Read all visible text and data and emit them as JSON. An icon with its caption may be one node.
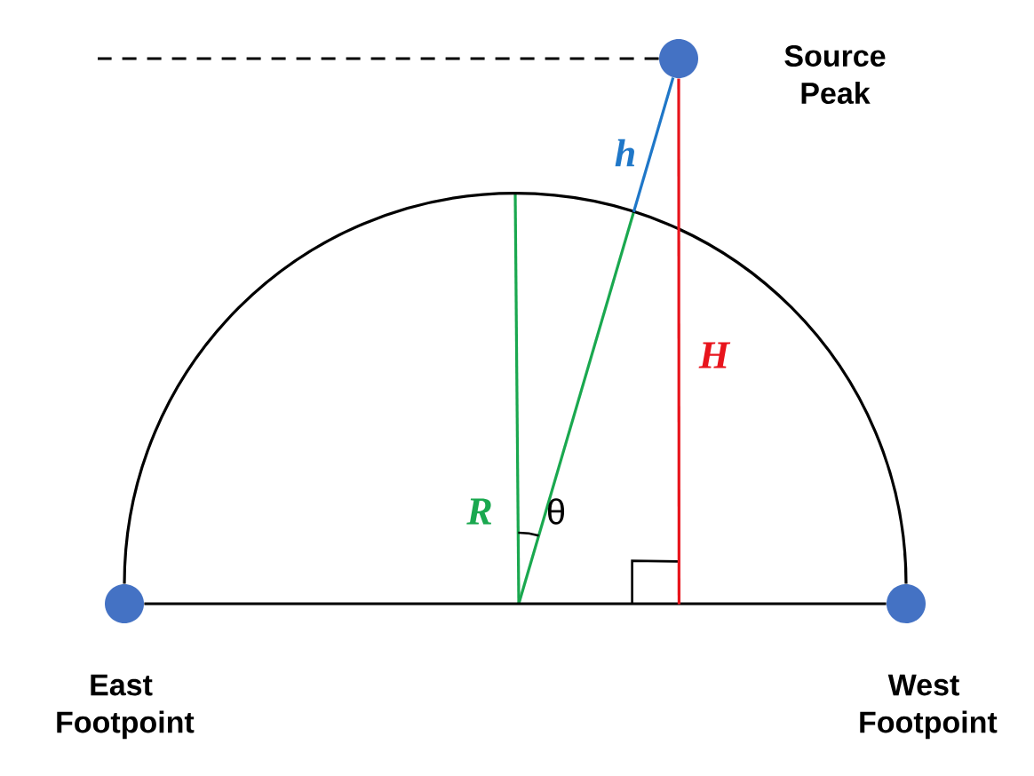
{
  "diagram": {
    "nodes": [
      {
        "text": [],
        "shape": "circle",
        "beside": [
          "Source Peak"
        ]
      },
      {
        "text": [],
        "shape": "circle",
        "beside": [
          "East Footpoint"
        ]
      },
      {
        "text": [],
        "shape": "circle",
        "beside": [
          "West Footpoint"
        ]
      },
      {
        "text": [],
        "shape": "box"
      }
    ],
    "edges": [
      {
        "from": 1,
        "to": 2,
        "arrow": "none"
      },
      {
        "from": 1,
        "to": 2,
        "arrow": "none"
      },
      {
        "from": 0,
        "to": null,
        "arrow": "none",
        "style": "dashed"
      },
      {
        "from": 0,
        "to": 3,
        "arrow": "none",
        "label": "H",
        "color": "#e8141c"
      },
      {
        "from": 0,
        "to": null,
        "arrow": "none",
        "label": "h",
        "color": "#1f77c8"
      }
    ],
    "labels": [
      "R",
      "θ"
    ]
  }
}
